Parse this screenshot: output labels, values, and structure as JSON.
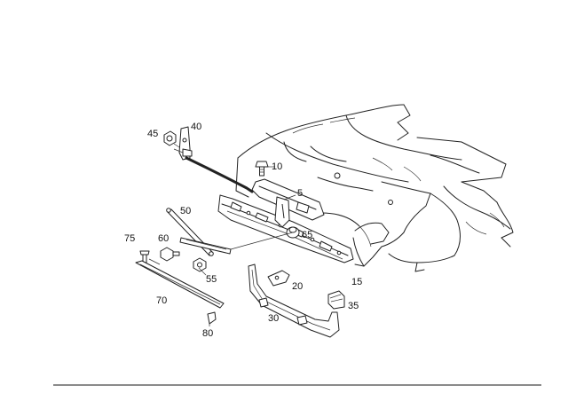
{
  "diagram": {
    "callouts": [
      {
        "id": "c40",
        "text": "40"
      },
      {
        "id": "c45",
        "text": "45"
      },
      {
        "id": "c10",
        "text": "10"
      },
      {
        "id": "c5",
        "text": "5"
      },
      {
        "id": "c50",
        "text": "50"
      },
      {
        "id": "c75",
        "text": "75"
      },
      {
        "id": "c60",
        "text": "60"
      },
      {
        "id": "c65",
        "text": "65"
      },
      {
        "id": "c55",
        "text": "55"
      },
      {
        "id": "c20",
        "text": "20"
      },
      {
        "id": "c15",
        "text": "15"
      },
      {
        "id": "c70",
        "text": "70"
      },
      {
        "id": "c35",
        "text": "35"
      },
      {
        "id": "c30",
        "text": "30"
      },
      {
        "id": "c80",
        "text": "80"
      }
    ]
  }
}
